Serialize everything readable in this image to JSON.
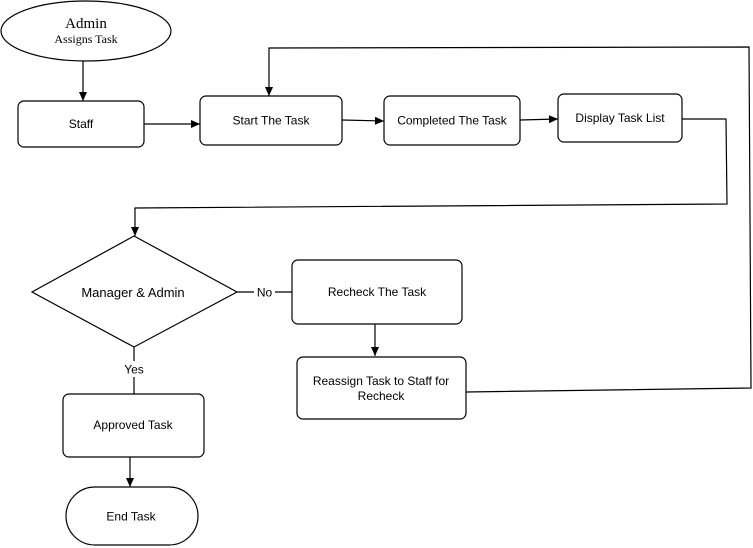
{
  "nodes": {
    "admin_title": "Admin",
    "admin_subtitle": "Assigns Task",
    "staff": "Staff",
    "start_task": "Start The Task",
    "completed_task": "Completed The Task",
    "display_task_list": "Display Task List",
    "decision": "Manager & Admin",
    "recheck_task": "Recheck The Task",
    "reassign_line1": "Reassign Task to Staff for",
    "reassign_line2": "Recheck",
    "approved_task": "Approved Task",
    "end_task": "End Task"
  },
  "edges": {
    "no_label": "No",
    "yes_label": "Yes"
  }
}
